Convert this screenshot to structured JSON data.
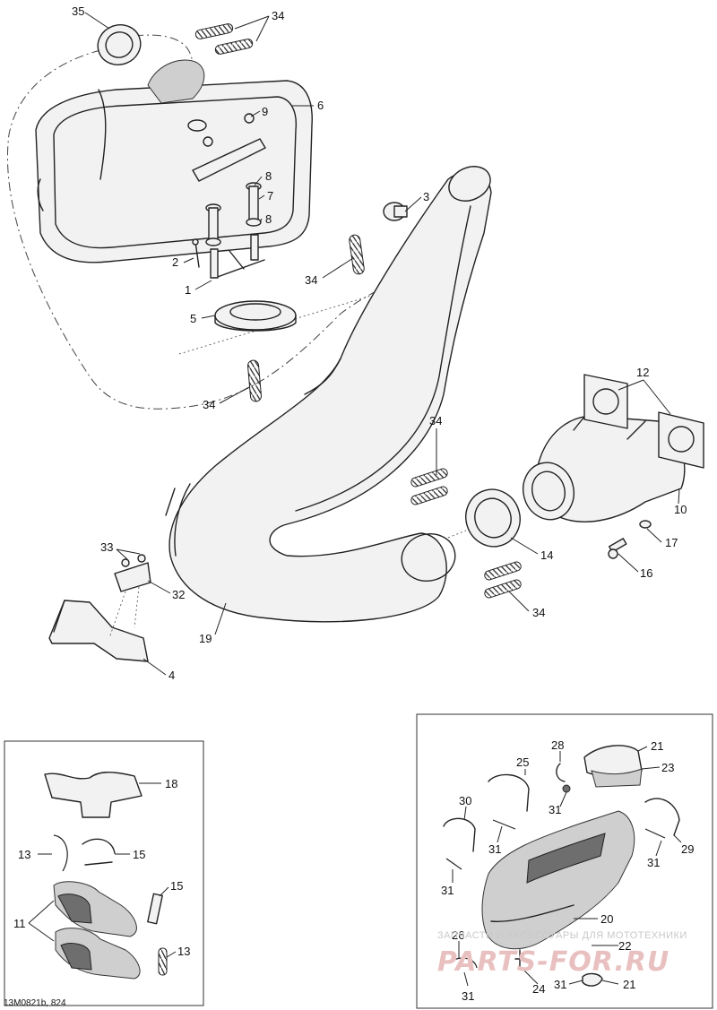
{
  "callouts": [
    {
      "id": "c35",
      "label": "35"
    },
    {
      "id": "c34a",
      "label": "34"
    },
    {
      "id": "c6",
      "label": "6"
    },
    {
      "id": "c9",
      "label": "9"
    },
    {
      "id": "c8a",
      "label": "8"
    },
    {
      "id": "c7",
      "label": "7"
    },
    {
      "id": "c8b",
      "label": "8"
    },
    {
      "id": "c3",
      "label": "3"
    },
    {
      "id": "c2",
      "label": "2"
    },
    {
      "id": "c34b",
      "label": "34"
    },
    {
      "id": "c1",
      "label": "1"
    },
    {
      "id": "c5",
      "label": "5"
    },
    {
      "id": "c34c",
      "label": "34"
    },
    {
      "id": "c12",
      "label": "12"
    },
    {
      "id": "c34d",
      "label": "34"
    },
    {
      "id": "c10",
      "label": "10"
    },
    {
      "id": "c17",
      "label": "17"
    },
    {
      "id": "c14",
      "label": "14"
    },
    {
      "id": "c16",
      "label": "16"
    },
    {
      "id": "c33",
      "label": "33"
    },
    {
      "id": "c32",
      "label": "32"
    },
    {
      "id": "c34e",
      "label": "34"
    },
    {
      "id": "c19",
      "label": "19"
    },
    {
      "id": "c4",
      "label": "4"
    },
    {
      "id": "c18",
      "label": "18"
    },
    {
      "id": "c13a",
      "label": "13"
    },
    {
      "id": "c15a",
      "label": "15"
    },
    {
      "id": "c15b",
      "label": "15"
    },
    {
      "id": "c11",
      "label": "11"
    },
    {
      "id": "c13b",
      "label": "13"
    },
    {
      "id": "c28",
      "label": "28"
    },
    {
      "id": "c21a",
      "label": "21"
    },
    {
      "id": "c25",
      "label": "25"
    },
    {
      "id": "c23",
      "label": "23"
    },
    {
      "id": "c31a",
      "label": "31"
    },
    {
      "id": "c30",
      "label": "30"
    },
    {
      "id": "c31b",
      "label": "31"
    },
    {
      "id": "c29",
      "label": "29"
    },
    {
      "id": "c31c",
      "label": "31"
    },
    {
      "id": "c31d",
      "label": "31"
    },
    {
      "id": "c20",
      "label": "20"
    },
    {
      "id": "c26",
      "label": "26"
    },
    {
      "id": "c22",
      "label": "22"
    },
    {
      "id": "c31e",
      "label": "31"
    },
    {
      "id": "c24",
      "label": "24"
    },
    {
      "id": "c31f",
      "label": "31"
    },
    {
      "id": "c21b",
      "label": "21"
    }
  ],
  "drawing_code": "13M0821b, 824",
  "watermark": {
    "line1": "ЗАПЧАСТИ И АКСЕССУАРЫ ДЛЯ МОТОТЕХНИКИ",
    "line2": "PARTS-FOR.RU"
  },
  "colors": {
    "line": "#222222",
    "watermark": "#e9c0c0"
  }
}
